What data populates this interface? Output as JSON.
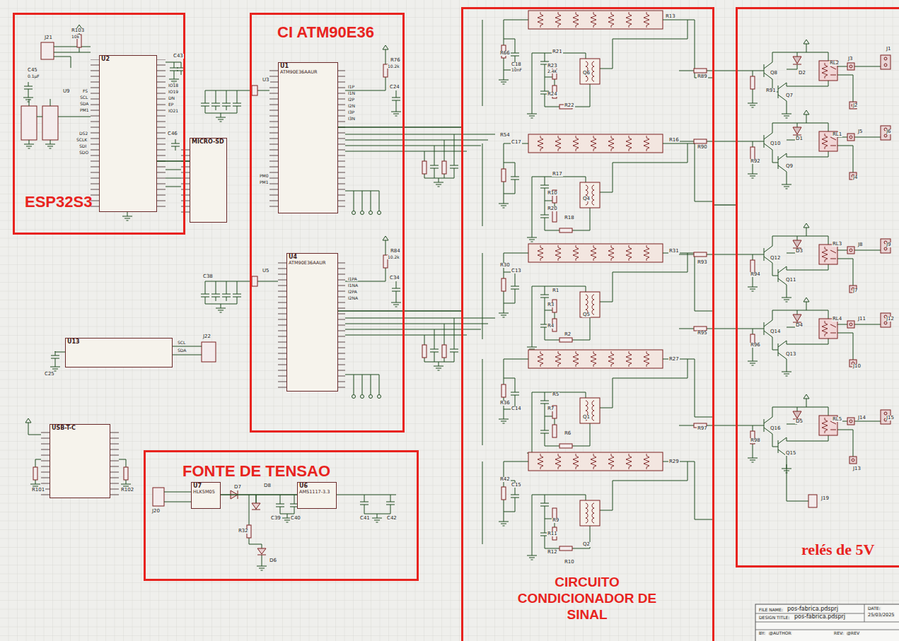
{
  "diagram": {
    "nodes": [
      {
        "text": [
          "ESP32S3"
        ]
      },
      {
        "text": [
          "U2"
        ],
        "in": 0
      },
      {
        "text": [
          "CI ATM90E36"
        ]
      },
      {
        "text": [
          "U1",
          "ATM90E36AAUR"
        ],
        "in": 2
      },
      {
        "text": [
          "U4",
          "ATM90E36AAUR"
        ],
        "in": 2
      },
      {
        "text": [
          "MICRO-SD"
        ]
      },
      {
        "text": [
          "U13"
        ]
      },
      {
        "text": [
          "USB-T-C"
        ]
      },
      {
        "text": [
          "FONTE DE TENSAO"
        ]
      },
      {
        "text": [
          "U7",
          "HLK5M05"
        ],
        "in": 8
      },
      {
        "text": [
          "U6",
          "AMS1117-3.3"
        ],
        "in": 8
      },
      {
        "text": [
          "CIRCUITO CONDICIONADOR DE SINAL"
        ]
      },
      {
        "text": [
          "relés de 5V"
        ]
      }
    ],
    "edges": [
      {
        "from": 1,
        "to": 5,
        "arrow": "none"
      },
      {
        "from": 3,
        "to": 11,
        "arrow": "none"
      },
      {
        "from": 4,
        "to": 11,
        "arrow": "none"
      },
      {
        "from": 11,
        "to": 12,
        "arrow": "none"
      },
      {
        "from": 9,
        "to": 10,
        "arrow": "none"
      }
    ],
    "labels": [
      "R103",
      "10k",
      "J21",
      "C45",
      "0.1µF",
      "C43",
      "U9",
      "FS",
      "SCL",
      "SDA",
      "PM1",
      "IO18",
      "IO19",
      "DN",
      "EP",
      "IO21",
      "DS2",
      "SCLK",
      "SDI",
      "SDO",
      "C46",
      "U3",
      "PM0",
      "PM1",
      "R76",
      "10.2k",
      "C24",
      "I1P",
      "I1N",
      "I2P",
      "I2N",
      "I3P",
      "I3N",
      "U5",
      "C38",
      "R84",
      "10.2k",
      "C34",
      "I1PA",
      "I1NA",
      "I2PA",
      "I2NA",
      "R13",
      "R66",
      "C18",
      "10nF",
      "R21",
      "R23",
      "2.4K",
      "R24",
      "R22",
      "Q6",
      "R54",
      "C17",
      "R16",
      "R17",
      "R10",
      "R20",
      "R18",
      "Q4",
      "R30",
      "C13",
      "R31",
      "R1",
      "R3",
      "R4",
      "R2",
      "Q5",
      "R36",
      "C14",
      "R27",
      "R5",
      "R7",
      "R6",
      "Q1",
      "R42",
      "C15",
      "R29",
      "R9",
      "R11",
      "R12",
      "R10",
      "Q2",
      "R89",
      "R91",
      "Q8",
      "Q7",
      "D2",
      "RL2",
      "J3",
      "J1",
      "J2",
      "R90",
      "R92",
      "Q10",
      "Q9",
      "D1",
      "RL1",
      "J5",
      "J6",
      "J4",
      "R93",
      "R94",
      "Q12",
      "Q11",
      "D3",
      "RL3",
      "J8",
      "J9",
      "J7",
      "R95",
      "R96",
      "Q14",
      "Q13",
      "D4",
      "RL4",
      "J11",
      "J12",
      "J10",
      "R97",
      "R98",
      "Q16",
      "Q15",
      "D5",
      "RL5",
      "J14",
      "J15",
      "J13",
      "J19",
      "SCL",
      "SDA",
      "J22",
      "C25",
      "R101",
      "R102",
      "J20",
      "D8",
      "D7",
      "R32",
      "C39",
      "C40",
      "D6",
      "C41",
      "C42",
      "FILE NAME:",
      "pos-fabrica.pdsprj",
      "DESIGN TITLE:",
      "pos-fabrica.pdsprj",
      "DATE:",
      "25/03/2025",
      "BY:",
      "@AUTHOR",
      "REV:",
      "@REV"
    ]
  }
}
